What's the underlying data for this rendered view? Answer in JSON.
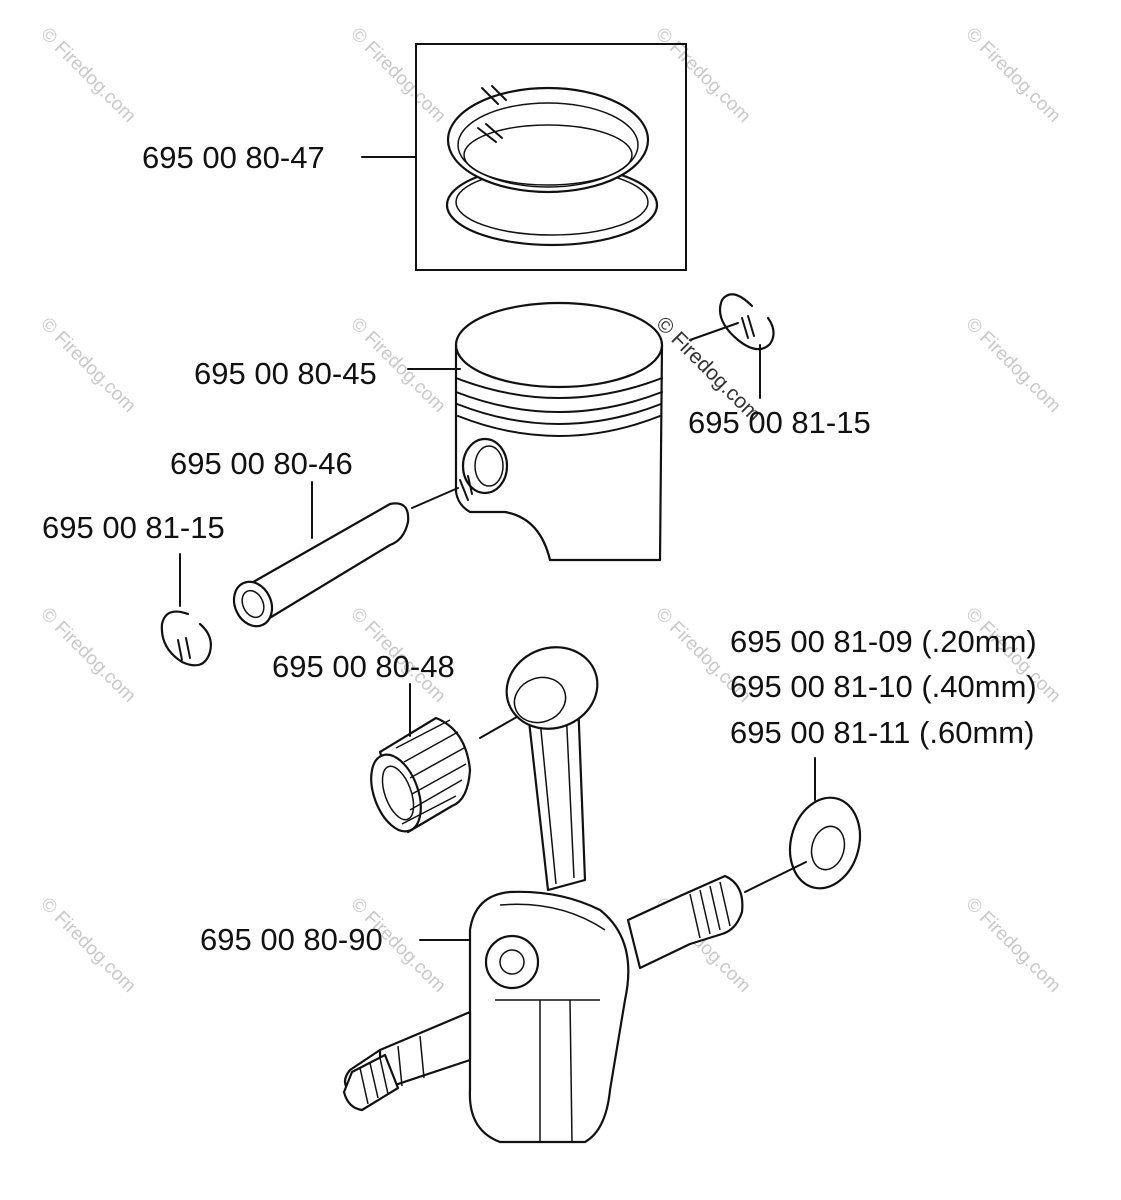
{
  "watermark_text": "© Firedog.com",
  "colors": {
    "ink": "#111111",
    "background": "#ffffff",
    "watermark": "#c8c8c8"
  },
  "labels": {
    "piston_rings": "695 00 80-47",
    "piston": "695 00 80-45",
    "circlip_right": "695 00 81-15",
    "piston_pin": "695 00 80-46",
    "circlip_left": "695 00 81-15",
    "needle_bearing": "695 00 80-48",
    "washer_020": "695 00 81-09 (.20mm)",
    "washer_040": "695 00 81-10 (.40mm)",
    "washer_060": "695 00 81-11 (.60mm)",
    "crankshaft": "695 00 80-90"
  }
}
